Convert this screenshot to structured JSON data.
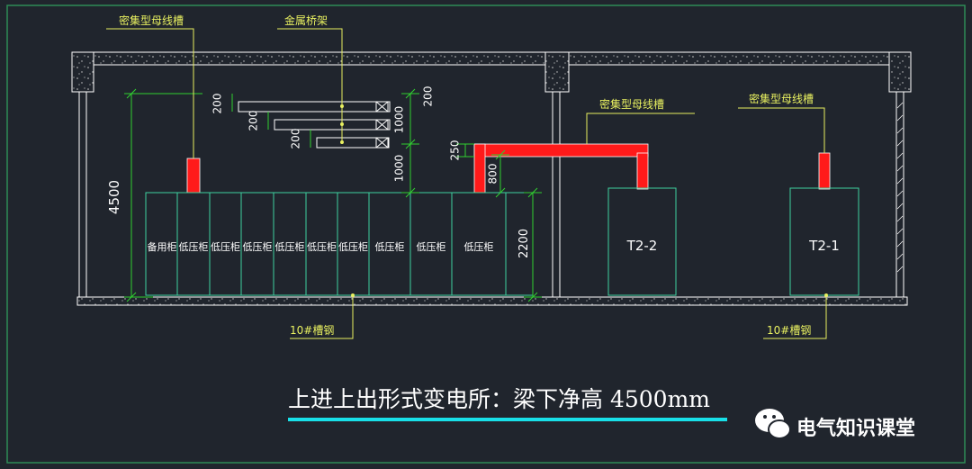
{
  "labels": {
    "busway_left": "密集型母线槽",
    "cable_tray": "金属桥架",
    "busway_mid": "密集型母线槽",
    "busway_right": "密集型母线槽",
    "channel_steel_left": "10#槽钢",
    "channel_steel_right": "10#槽钢"
  },
  "cabinets": [
    "备用柜",
    "低压柜",
    "低压柜",
    "低压柜",
    "低压柜",
    "低压柜",
    "低压柜",
    "低压柜",
    "低压柜",
    "低压柜"
  ],
  "transformers": [
    "T2-2",
    "T2-1"
  ],
  "dimensions": {
    "total_height": "4500",
    "cabinet_height": "2200",
    "busway_offset": "800",
    "busway_bar": "250",
    "tray_to_cabinet": "1000",
    "tray_spacing": "1000",
    "tray_top": "200",
    "tray_1": "200",
    "tray_2": "200",
    "tray_3": "200"
  },
  "caption": "上进上出形式变电所：梁下净高 4500mm",
  "watermark": "电气知识课堂",
  "colors": {
    "background": "#20252d",
    "frame": "#2e8b57",
    "outline": "#ffffff",
    "cabinet": "#3ed1a0",
    "dimension": "#30d030",
    "label": "#e8f060",
    "busway": "#ff1a1a",
    "accent": "#18e0e8"
  }
}
